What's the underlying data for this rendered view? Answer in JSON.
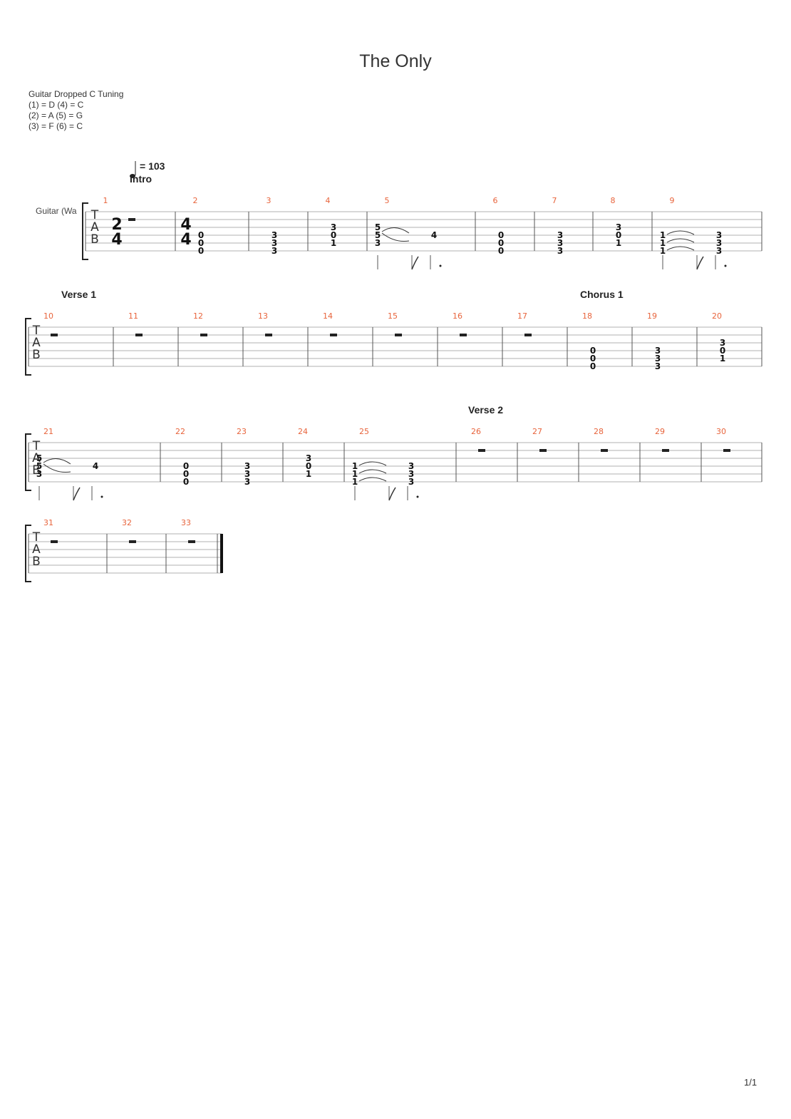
{
  "title": "The Only",
  "tuning": {
    "name": "Guitar Dropped C Tuning",
    "lines": [
      "(1) = D (4) = C",
      "(2) = A (5) = G",
      "(3) = F  (6) = C"
    ]
  },
  "tempo": {
    "label": "= 103"
  },
  "track_name": "Guitar (Wa",
  "sections": {
    "intro": "Intro",
    "verse1": "Verse 1",
    "chorus1": "Chorus 1",
    "verse2": "Verse 2"
  },
  "time_signatures": {
    "first": [
      "2",
      "4"
    ],
    "second": [
      "4",
      "4"
    ]
  },
  "tab_clef": [
    "T",
    "A",
    "B"
  ],
  "page_number": "1/1",
  "measures": [
    {
      "n": "1",
      "content": "rest"
    },
    {
      "n": "2",
      "content": "chord",
      "frets": [
        "0",
        "0",
        "0"
      ]
    },
    {
      "n": "3",
      "content": "chord",
      "frets": [
        "3",
        "3",
        "3"
      ]
    },
    {
      "n": "4",
      "content": "chord",
      "frets": [
        "3",
        "0",
        "1"
      ]
    },
    {
      "n": "5",
      "content": "motif",
      "frets": [
        "5",
        "5",
        "3",
        "4"
      ]
    },
    {
      "n": "6",
      "content": "chord",
      "frets": [
        "0",
        "0",
        "0"
      ]
    },
    {
      "n": "7",
      "content": "chord",
      "frets": [
        "3",
        "3",
        "3"
      ]
    },
    {
      "n": "8",
      "content": "chord",
      "frets": [
        "3",
        "0",
        "1"
      ]
    },
    {
      "n": "9",
      "content": "motif",
      "frets": [
        "1",
        "1",
        "1",
        "3",
        "3",
        "3"
      ]
    },
    {
      "n": "10",
      "content": "rest"
    },
    {
      "n": "11",
      "content": "rest"
    },
    {
      "n": "12",
      "content": "rest"
    },
    {
      "n": "13",
      "content": "rest"
    },
    {
      "n": "14",
      "content": "rest"
    },
    {
      "n": "15",
      "content": "rest"
    },
    {
      "n": "16",
      "content": "rest"
    },
    {
      "n": "17",
      "content": "rest"
    },
    {
      "n": "18",
      "content": "chord",
      "frets": [
        "0",
        "0",
        "0"
      ]
    },
    {
      "n": "19",
      "content": "chord",
      "frets": [
        "3",
        "3",
        "3"
      ]
    },
    {
      "n": "20",
      "content": "chord",
      "frets": [
        "3",
        "0",
        "1"
      ]
    },
    {
      "n": "21",
      "content": "motif",
      "frets": [
        "5",
        "5",
        "3",
        "4"
      ]
    },
    {
      "n": "22",
      "content": "chord",
      "frets": [
        "0",
        "0",
        "0"
      ]
    },
    {
      "n": "23",
      "content": "chord",
      "frets": [
        "3",
        "3",
        "3"
      ]
    },
    {
      "n": "24",
      "content": "chord",
      "frets": [
        "3",
        "0",
        "1"
      ]
    },
    {
      "n": "25",
      "content": "motif",
      "frets": [
        "1",
        "1",
        "1",
        "3",
        "3",
        "3"
      ]
    },
    {
      "n": "26",
      "content": "rest"
    },
    {
      "n": "27",
      "content": "rest"
    },
    {
      "n": "28",
      "content": "rest"
    },
    {
      "n": "29",
      "content": "rest"
    },
    {
      "n": "30",
      "content": "rest"
    },
    {
      "n": "31",
      "content": "rest"
    },
    {
      "n": "32",
      "content": "rest"
    },
    {
      "n": "33",
      "content": "rest"
    }
  ],
  "colors": {
    "measure_number": "#e8643c",
    "staff_line": "#b0b0b0",
    "barline": "#555555"
  }
}
